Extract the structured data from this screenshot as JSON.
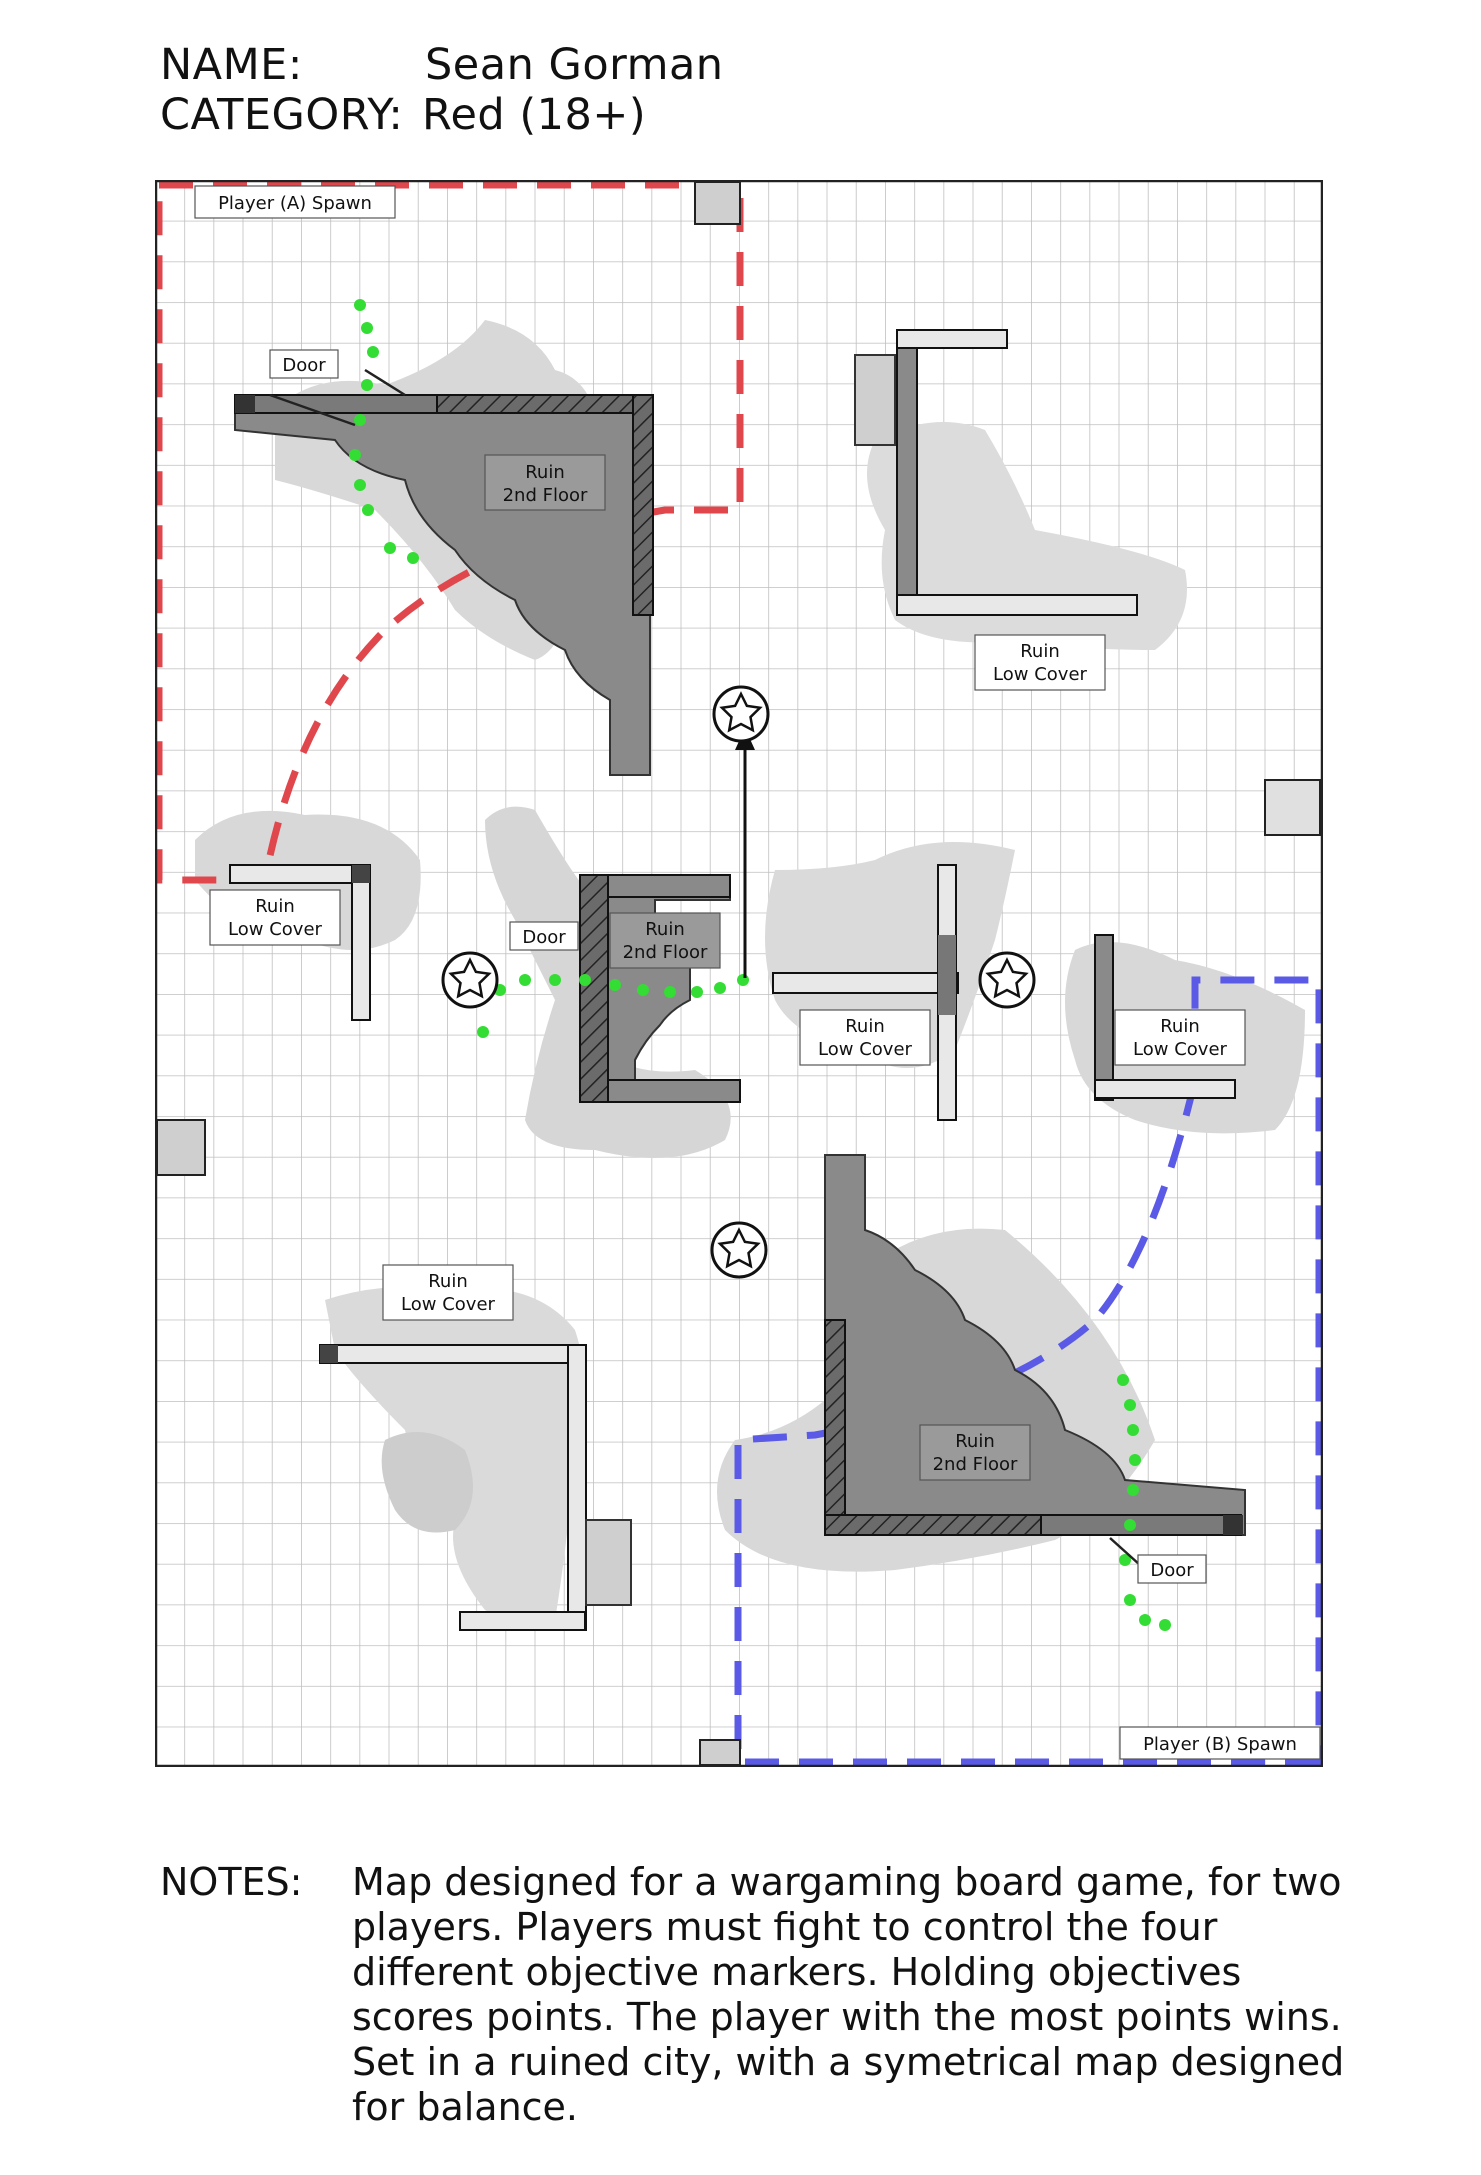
{
  "header": {
    "name_label": "NAME:",
    "name_value": "Sean Gorman",
    "category_label": "CATEGORY:",
    "category_value": "Red (18+)"
  },
  "map": {
    "grid": {
      "columns": 29,
      "rows": 39
    },
    "colors": {
      "player_a": "#e0474c",
      "player_b": "#5a5ae6",
      "route": "#33dd33",
      "ruin_2nd_floor": "#8a8a8a",
      "rubble": "#d8d8d8",
      "grid_line": "#bfbfbf"
    },
    "labels": {
      "spawn_a": "Player (A) Spawn",
      "spawn_b": "Player (B) Spawn",
      "ruin": "Ruin",
      "second_floor": "2nd Floor",
      "low_cover": "Low Cover",
      "door": "Door"
    },
    "objective_icon": "star-objective-icon",
    "objective_count": 4
  },
  "notes": {
    "label": "NOTES:",
    "text": "Map designed for a wargaming board game, for two players. Players must fight to control the four different objective markers. Holding objectives scores points. The player with the most points wins. Set in a ruined city, with a symetrical map designed for balance."
  }
}
